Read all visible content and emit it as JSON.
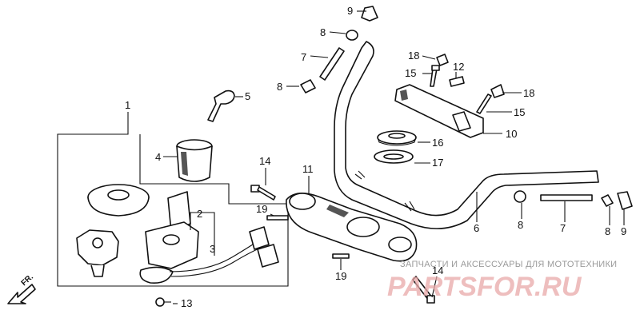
{
  "labels": {
    "l1": "1",
    "l2": "2",
    "l3": "3",
    "l4": "4",
    "l5": "5",
    "l6": "6",
    "l7a": "7",
    "l7b": "7",
    "l8a": "8",
    "l8b": "8",
    "l8c": "8",
    "l8d": "8",
    "l9a": "9",
    "l9b": "9",
    "l10": "10",
    "l11": "11",
    "l12": "12",
    "l13": "13",
    "l14a": "14",
    "l14b": "14",
    "l15a": "15",
    "l15b": "15",
    "l16": "16",
    "l17": "17",
    "l18a": "18",
    "l18b": "18",
    "l19a": "19",
    "l19b": "19"
  },
  "front_marker": "FR.",
  "watermark": {
    "tagline": "ЗАПЧАСТИ И АКСЕССУАРЫ ДЛЯ МОТОТЕХНИКИ",
    "brand": "PARTSFOR.RU"
  }
}
